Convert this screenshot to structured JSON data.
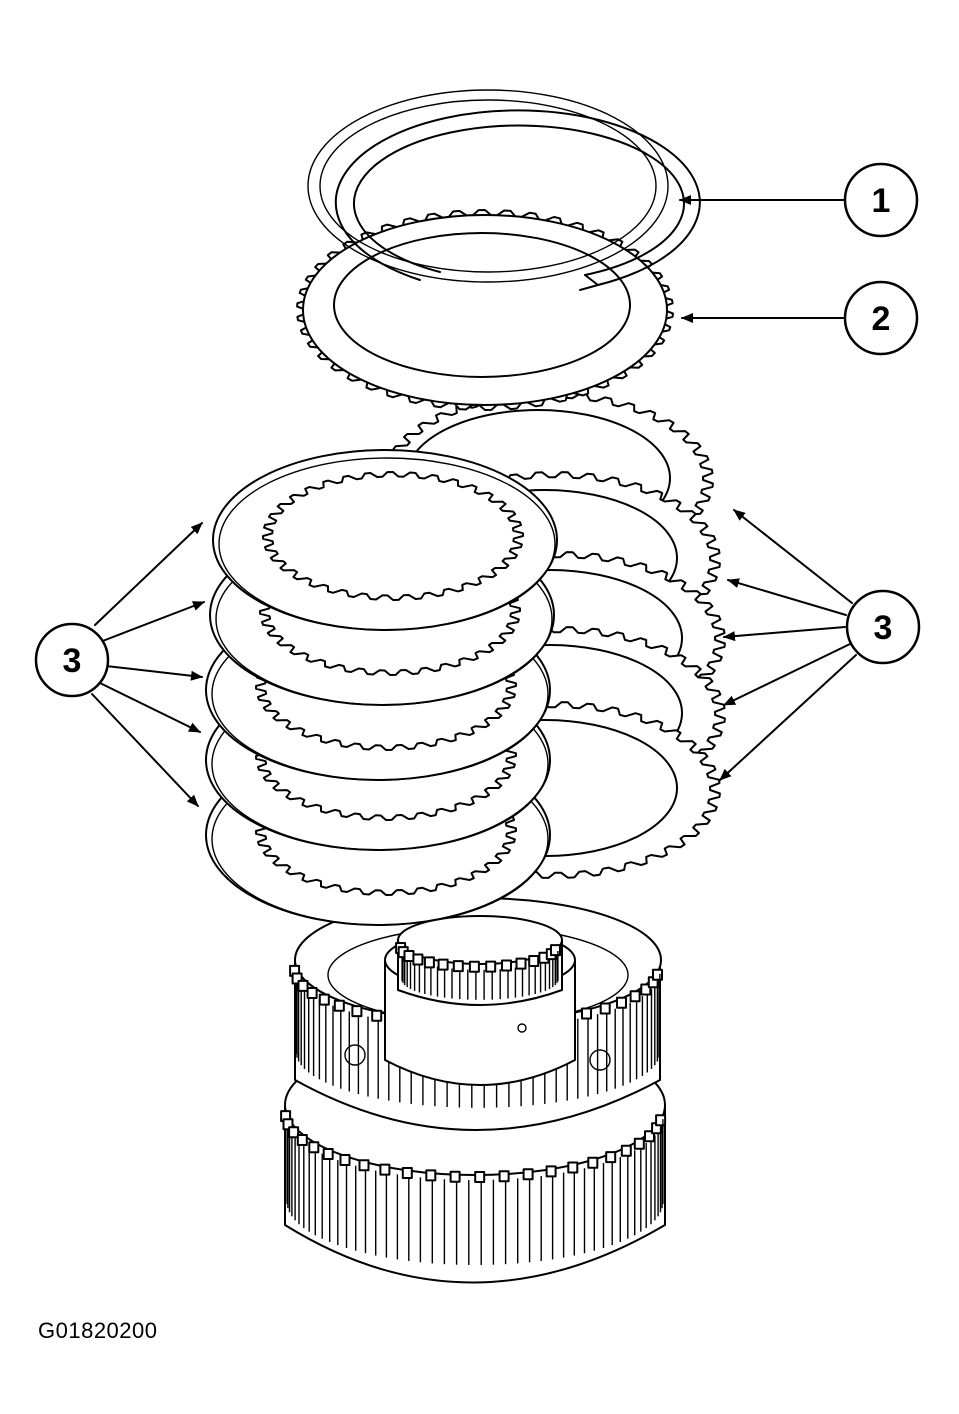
{
  "figure_id": "G01820200",
  "callouts": [
    {
      "id": "1",
      "label": "1"
    },
    {
      "id": "2",
      "label": "2"
    },
    {
      "id": "3",
      "label": "3"
    }
  ]
}
